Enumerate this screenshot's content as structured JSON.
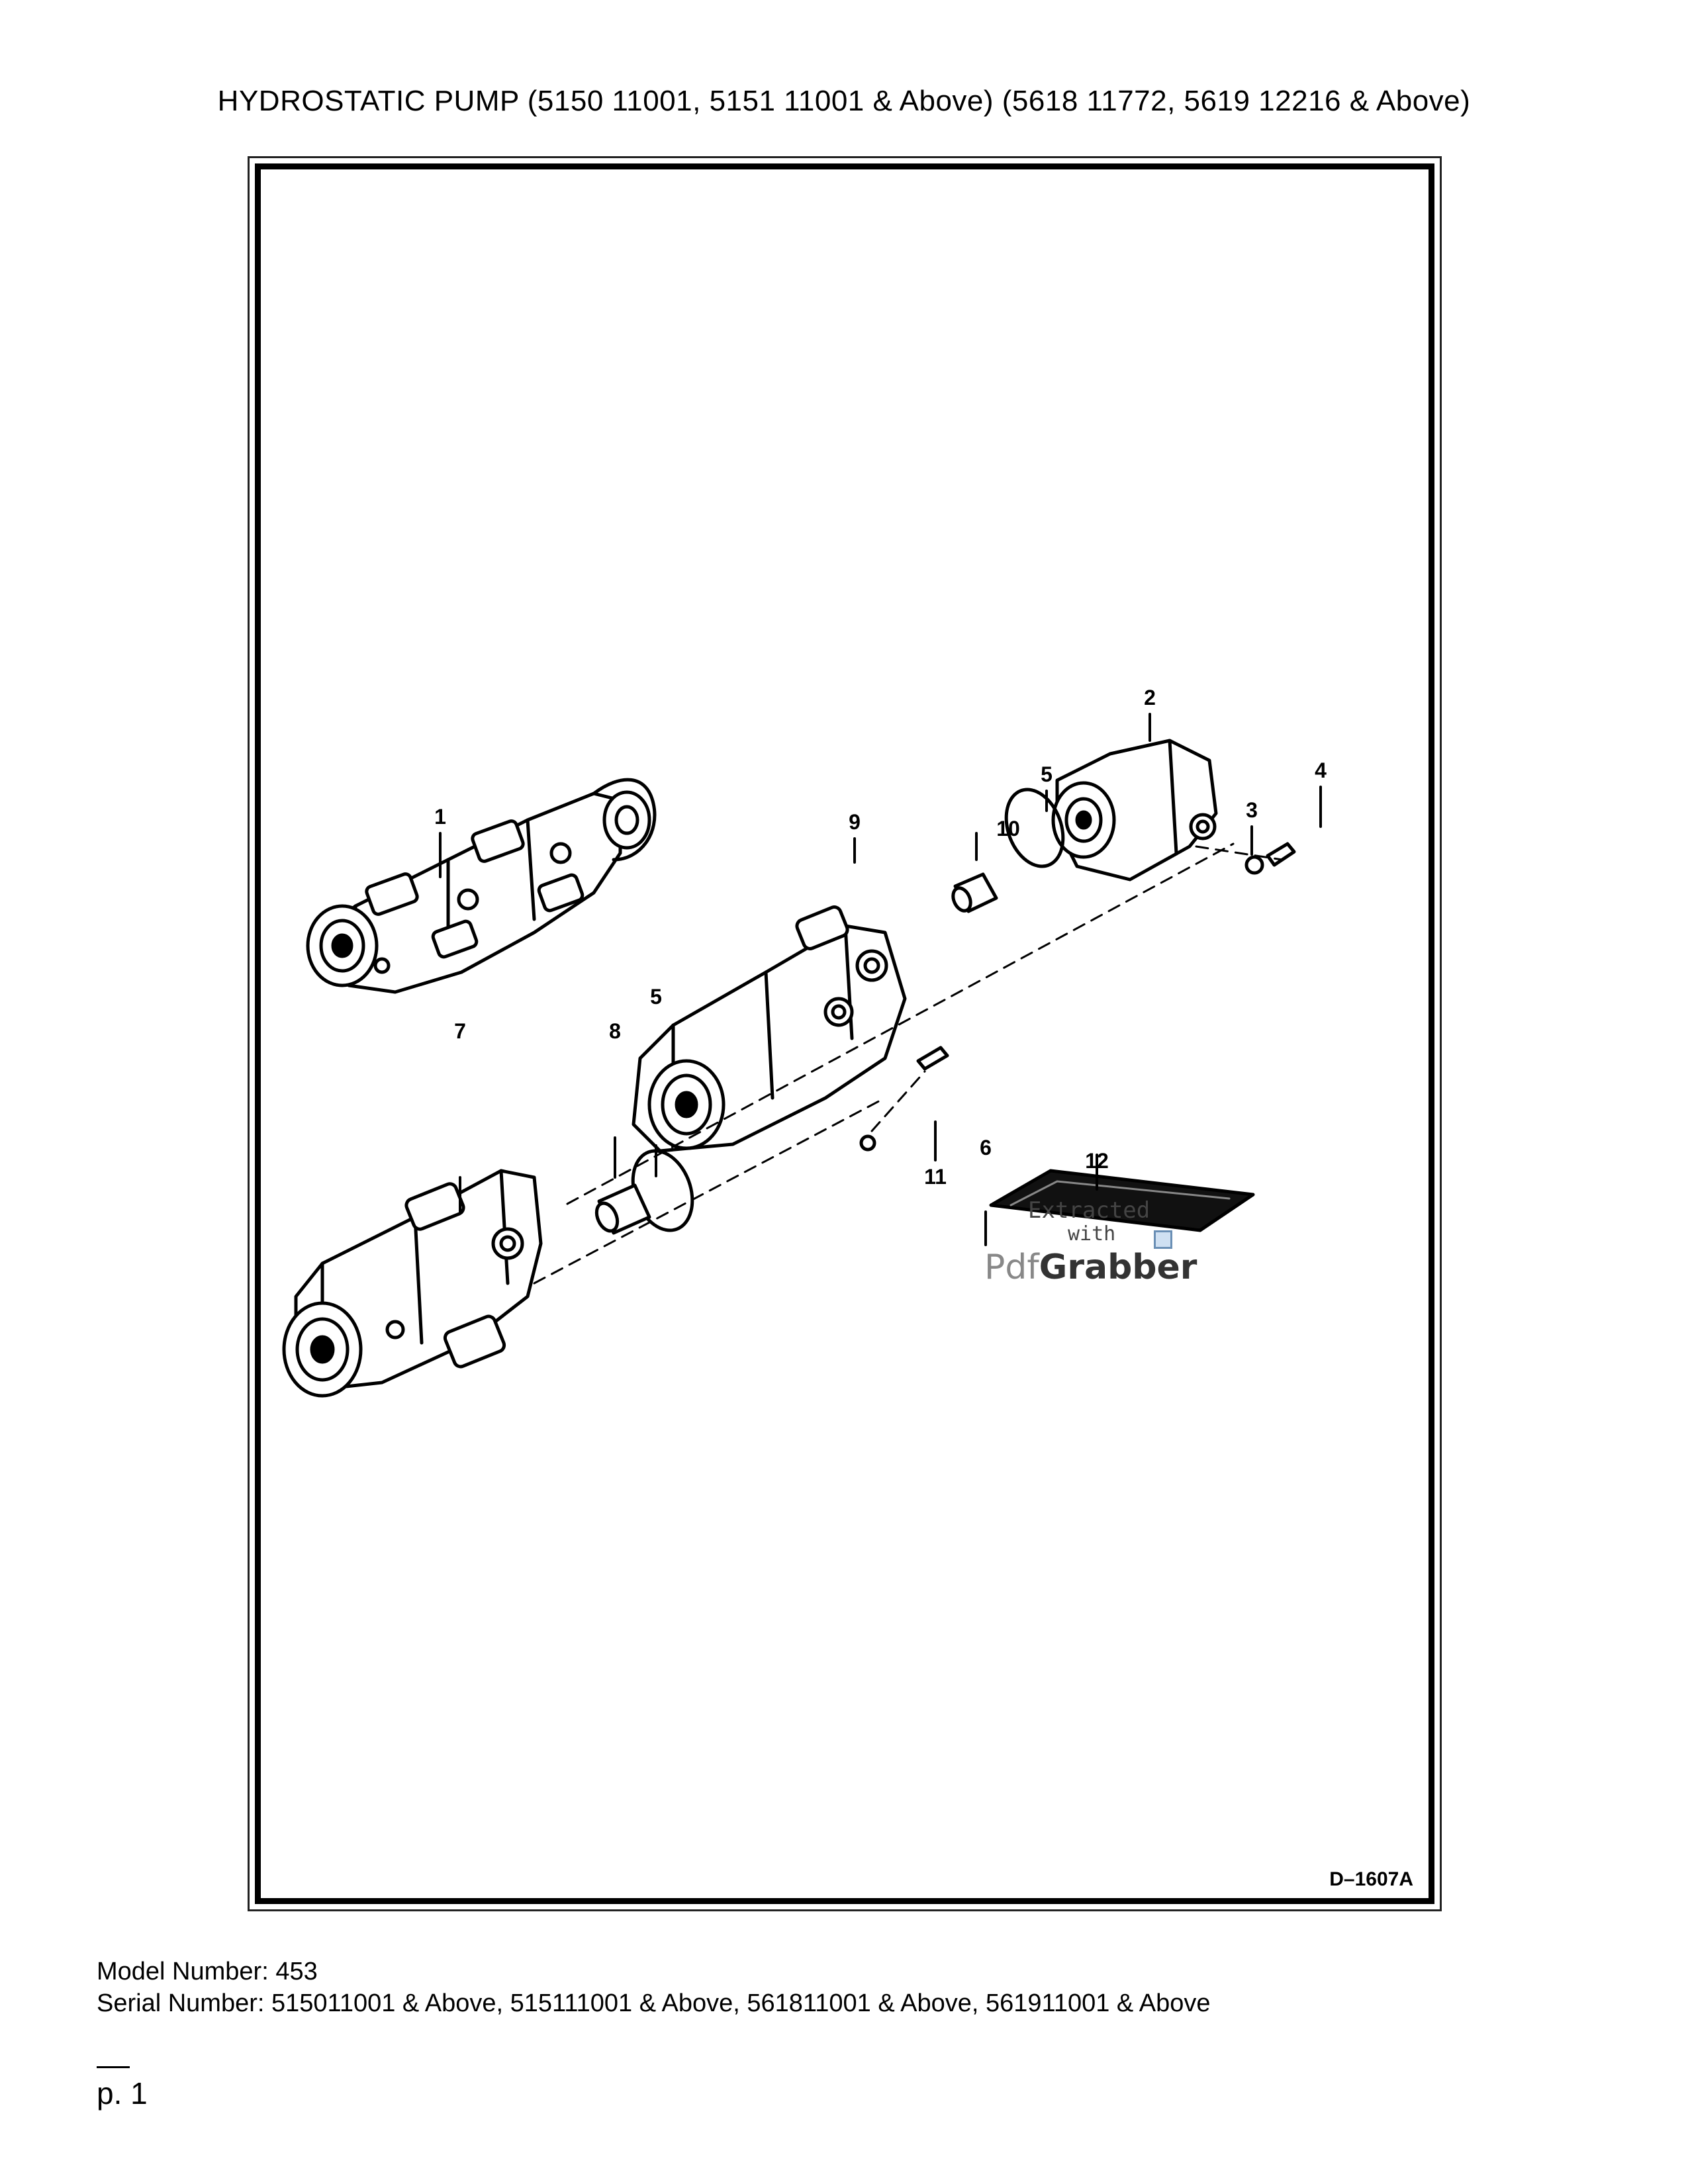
{
  "title": "HYDROSTATIC PUMP (5150 11001, 5151 11001 & Above) (5618 11772, 5619 12216 & Above)",
  "figure": {
    "drawing_code": "D–1607A",
    "callouts": [
      "1",
      "2",
      "3",
      "4",
      "5",
      "5",
      "6",
      "7",
      "8",
      "9",
      "10",
      "11",
      "12"
    ],
    "watermark": {
      "line1": "Extracted",
      "line2": "with",
      "logo_light": "Pdf",
      "logo_bold": "Grabber"
    }
  },
  "model_number": "Model Number: 453",
  "serial_number": "Serial Number: 515011001 & Above, 515111001 & Above, 561811001 & Above, 561911001 & Above",
  "page_rule": "—",
  "page_label": "p. 1"
}
